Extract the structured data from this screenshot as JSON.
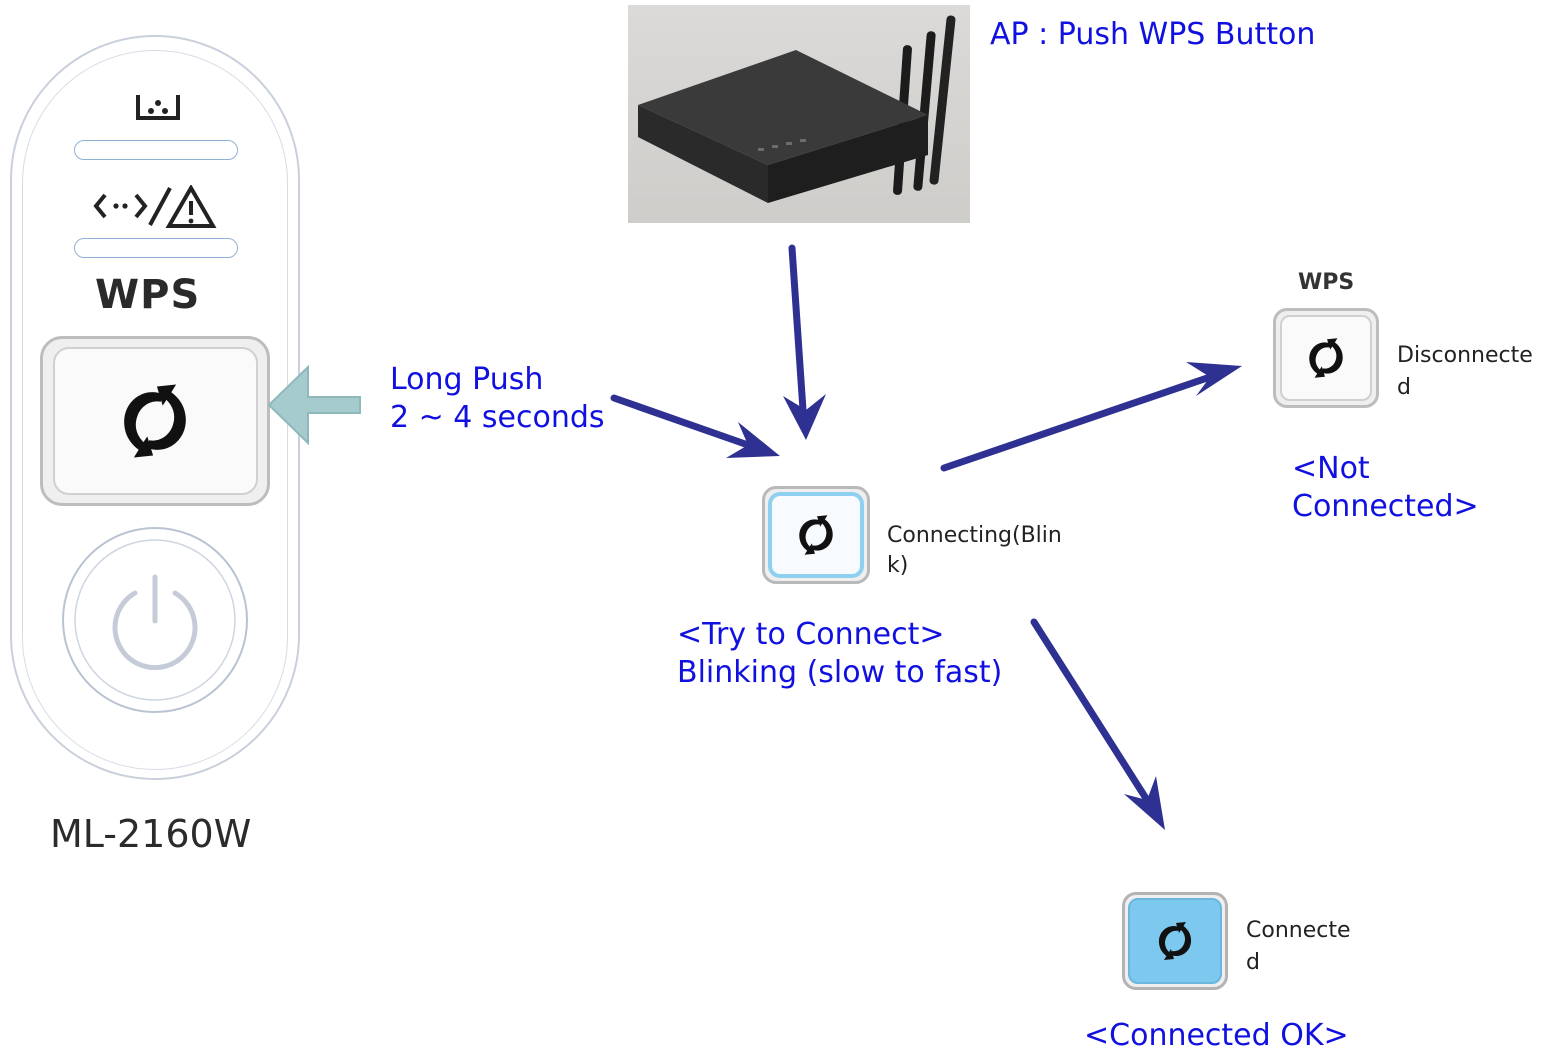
{
  "device": {
    "model": "ML-2160W",
    "wps_label": "WPS",
    "icons": [
      "toner-icon",
      "network-error-icon",
      "wps-icon",
      "power-icon"
    ]
  },
  "ap": {
    "instruction": "AP : Push WPS Button"
  },
  "long_push": {
    "line1": "Long Push",
    "line2": "2 ~ 4 seconds"
  },
  "states": {
    "connecting": {
      "status_line1": "Connecting(Blin",
      "status_line2": "k)",
      "caption_line1": "<Try to Connect>",
      "caption_line2": "Blinking (slow to fast)",
      "led_color": "#8fd0f0"
    },
    "disconnected": {
      "wps_label": "WPS",
      "status_line1": "Disconnecte",
      "status_line2": "d",
      "caption": "<Not Connected>"
    },
    "connected": {
      "status_line1": "Connecte",
      "status_line2": "d",
      "caption": "<Connected OK>",
      "led_color": "#7cc8ee"
    }
  },
  "colors": {
    "label_blue": "#1010e0",
    "arrow_navy": "#2e3192",
    "hollow_arrow": "#9fc5c6"
  }
}
